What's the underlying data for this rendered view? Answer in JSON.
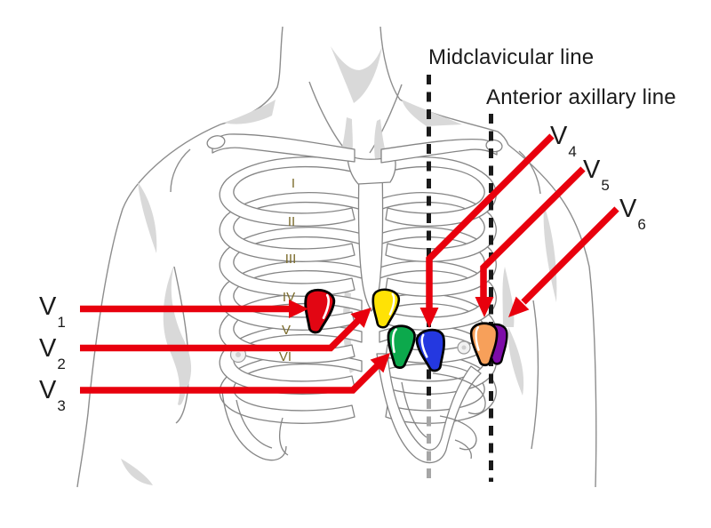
{
  "reference_lines": {
    "midclavicular": {
      "label": "Midclavicular line"
    },
    "anterior_axillary": {
      "label": "Anterior axillary line"
    }
  },
  "leads": [
    {
      "id": "V1",
      "label": "V",
      "sub": "1",
      "color": "#e20613"
    },
    {
      "id": "V2",
      "label": "V",
      "sub": "2",
      "color": "#ffe205"
    },
    {
      "id": "V3",
      "label": "V",
      "sub": "3",
      "color": "#0ca94c"
    },
    {
      "id": "V4",
      "label": "V",
      "sub": "4",
      "color": "#2438e0"
    },
    {
      "id": "V5",
      "label": "V",
      "sub": "5",
      "color": "#f7a05a"
    },
    {
      "id": "V6",
      "label": "V",
      "sub": "6",
      "color": "#7d0ca8"
    }
  ],
  "ribs": {
    "numerals": [
      "I",
      "II",
      "III",
      "IV",
      "V",
      "VI"
    ]
  },
  "colors": {
    "arrow": "#e8000d",
    "dashed_line": "#1a1a1a",
    "dashed_line_faded": "#a6a6a6",
    "rib_numeral": "#7b6b2b",
    "label_text": "#1b1b1b",
    "body_outline": "#8d8d8d",
    "body_shading": "#d9d9d9",
    "electrode_outline": "#000000"
  }
}
